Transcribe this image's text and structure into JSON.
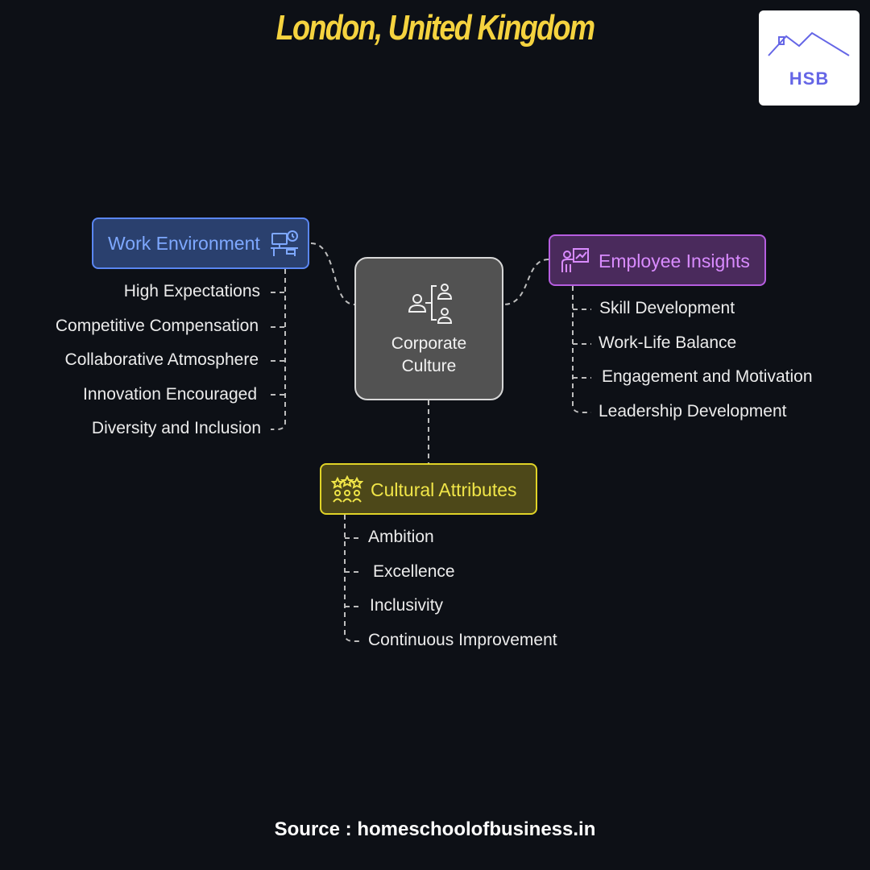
{
  "title": "London, United Kingdom",
  "logo": {
    "text": "HSB",
    "color": "#6566e6"
  },
  "diagram": {
    "center": {
      "label": "Corporate\nCulture",
      "icon": "org-hierarchy-icon"
    },
    "work_environment": {
      "label": "Work Environment",
      "icon": "desk-clock-icon",
      "color": "#5a86f2",
      "items": [
        "High Expectations",
        "Competitive Compensation",
        "Collaborative Atmosphere",
        "Innovation Encouraged",
        "Diversity and Inclusion"
      ]
    },
    "employee_insights": {
      "label": "Employee Insights",
      "icon": "presenter-chart-icon",
      "color": "#b65ee0",
      "items": [
        "Skill Development",
        "Work-Life Balance",
        "Engagement and Motivation",
        "Leadership Development"
      ]
    },
    "cultural_attributes": {
      "label": "Cultural Attributes",
      "icon": "team-stars-icon",
      "color": "#e0d327",
      "items": [
        "Ambition",
        "Excellence",
        "Inclusivity",
        "Continuous Improvement"
      ]
    }
  },
  "source": "Source : homeschoolofbusiness.in"
}
